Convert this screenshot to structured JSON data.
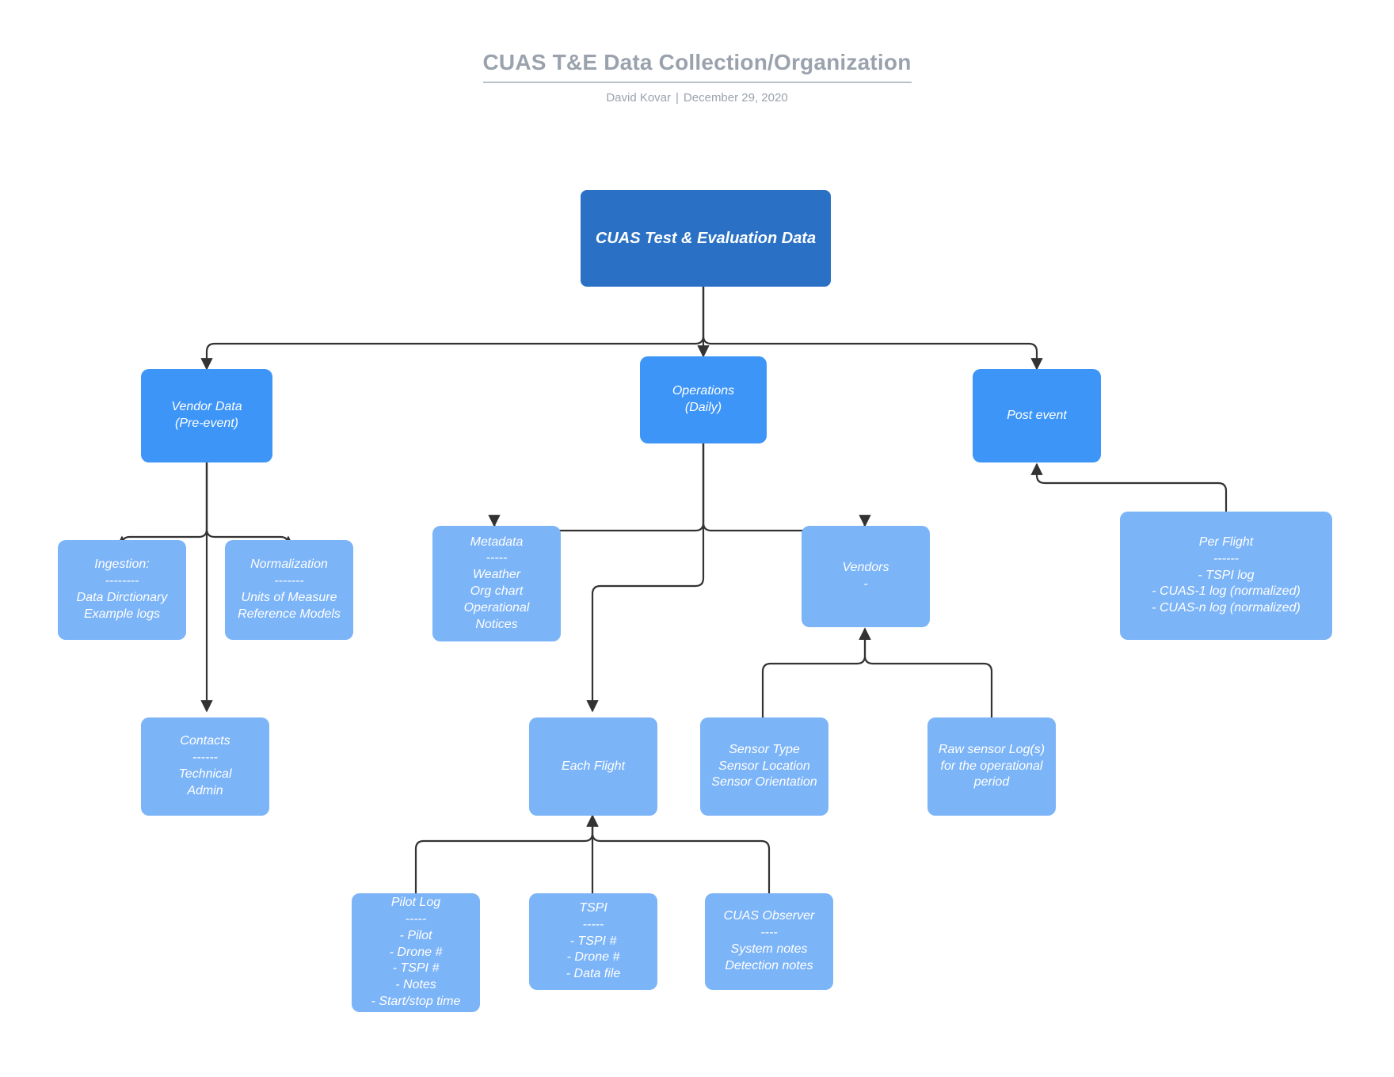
{
  "header": {
    "title": "CUAS T&E Data Collection/Organization",
    "author": "David Kovar",
    "separator": "|",
    "date": "December 29, 2020"
  },
  "colors": {
    "root_node": "#2a71c5",
    "level1_node": "#3d95f7",
    "level2_node": "#7cb4f8",
    "edge": "#333333",
    "title_text": "#9aa2ad",
    "node_text": "#ffffff",
    "background": "#ffffff"
  },
  "diagram": {
    "type": "flowchart",
    "orientation": "top-down",
    "nodes": [
      {
        "id": "root",
        "label": "CUAS Test & Evaluation Data"
      },
      {
        "id": "vendor_data",
        "label": "Vendor Data\n(Pre-event)"
      },
      {
        "id": "operations",
        "label": "Operations\n(Daily)"
      },
      {
        "id": "post_event",
        "label": "Post event"
      },
      {
        "id": "ingestion",
        "label": "Ingestion:\n--------\nData Dirctionary\nExample logs"
      },
      {
        "id": "normalization",
        "label": "Normalization\n-------\nUnits of Measure\nReference Models"
      },
      {
        "id": "contacts",
        "label": "Contacts\n------\nTechnical\nAdmin"
      },
      {
        "id": "metadata",
        "label": "Metadata\n-----\nWeather\nOrg chart\nOperational\nNotices"
      },
      {
        "id": "vendors",
        "label": "Vendors\n-"
      },
      {
        "id": "per_flight",
        "label": "Per Flight\n------\n- TSPI log\n- CUAS-1 log (normalized)\n- CUAS-n log (normalized)"
      },
      {
        "id": "each_flight",
        "label": "Each Flight"
      },
      {
        "id": "sensor_info",
        "label": "Sensor Type\nSensor Location\nSensor Orientation"
      },
      {
        "id": "raw_sensor_logs",
        "label": "Raw sensor Log(s)\nfor the operational\nperiod"
      },
      {
        "id": "pilot_log",
        "label": "Pilot Log\n-----\n- Pilot\n- Drone #\n- TSPI #\n- Notes\n- Start/stop time"
      },
      {
        "id": "tspi",
        "label": "TSPI\n-----\n- TSPI #\n- Drone #\n- Data file"
      },
      {
        "id": "cuas_observer",
        "label": "CUAS Observer\n----\nSystem notes\nDetection notes"
      }
    ],
    "edges": [
      {
        "from": "root",
        "to": "vendor_data"
      },
      {
        "from": "root",
        "to": "operations"
      },
      {
        "from": "root",
        "to": "post_event"
      },
      {
        "from": "vendor_data",
        "to": "ingestion"
      },
      {
        "from": "vendor_data",
        "to": "normalization"
      },
      {
        "from": "vendor_data",
        "to": "contacts"
      },
      {
        "from": "operations",
        "to": "metadata"
      },
      {
        "from": "operations",
        "to": "vendors"
      },
      {
        "from": "operations",
        "to": "each_flight"
      },
      {
        "from": "per_flight",
        "to": "post_event"
      },
      {
        "from": "sensor_info",
        "to": "vendors"
      },
      {
        "from": "raw_sensor_logs",
        "to": "vendors"
      },
      {
        "from": "pilot_log",
        "to": "each_flight"
      },
      {
        "from": "tspi",
        "to": "each_flight"
      },
      {
        "from": "cuas_observer",
        "to": "each_flight"
      }
    ]
  }
}
